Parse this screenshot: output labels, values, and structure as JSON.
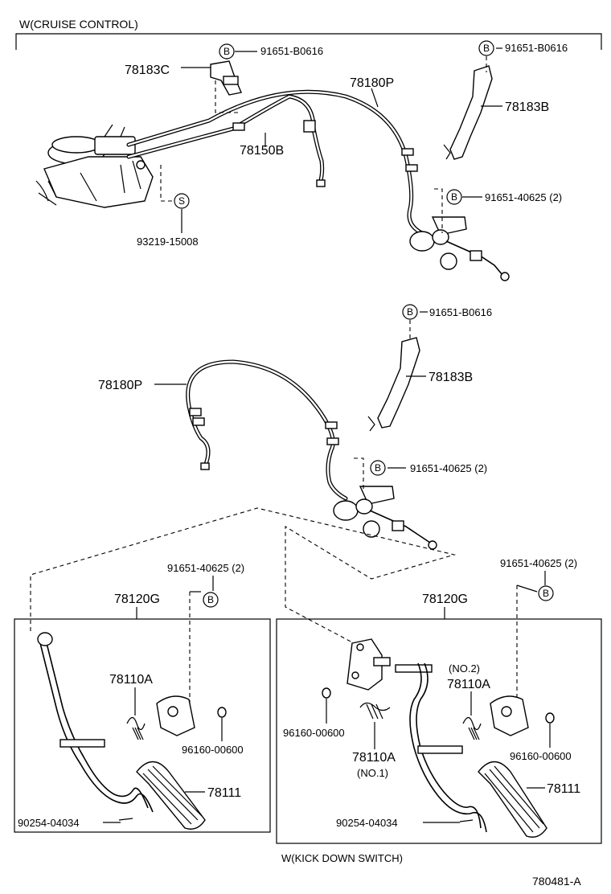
{
  "headers": {
    "cruise_control": "W(CRUISE CONTROL)",
    "kick_down_switch": "W(KICK DOWN SWITCH)"
  },
  "figure_id": "780481-A",
  "callouts": {
    "b": "B",
    "s": "S"
  },
  "labels": {
    "p_78183C": "78183C",
    "p_78180P_top": "78180P",
    "p_78183B_top": "78183B",
    "p_78150B": "78150B",
    "p_93219": "93219-15008",
    "b_top_left": "91651-B0616",
    "b_top_right": "91651-B0616",
    "b_top_bolts": "91651-40625 (2)",
    "p_78180P_mid": "78180P",
    "p_78183B_mid": "78183B",
    "b_mid_top": "91651-B0616",
    "b_mid_bolts": "91651-40625 (2)",
    "b_left_bolts": "91651-40625 (2)",
    "b_right_bolts": "91651-40625 (2)",
    "p_78120G_left": "78120G",
    "p_78120G_right": "78120G",
    "p_78110A_left": "78110A",
    "p_78110A_no2_tag": "(NO.2)",
    "p_78110A_no2": "78110A",
    "p_78110A_no1": "78110A",
    "p_78110A_no1_tag": "(NO.1)",
    "p_96160_left": "96160-00600",
    "p_96160_right": "96160-00600",
    "p_96160_mid": "96160-00600",
    "p_78111_left": "78111",
    "p_78111_right": "78111",
    "p_90254_left": "90254-04034",
    "p_90254_right": "90254-04034"
  }
}
